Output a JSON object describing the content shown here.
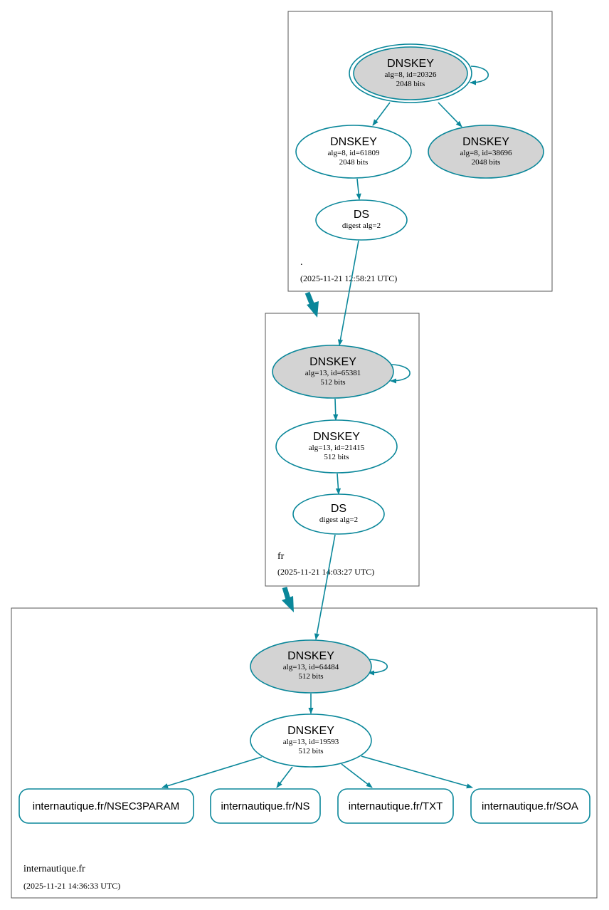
{
  "colors": {
    "edge": "#0a879a",
    "ksk_fill": "#d3d3d3",
    "zone_border": "#555555",
    "background": "#ffffff"
  },
  "zones": [
    {
      "id": "root",
      "name": ".",
      "timestamp": "(2025-11-21 12:58:21 UTC)"
    },
    {
      "id": "fr",
      "name": "fr",
      "timestamp": "(2025-11-21 14:03:27 UTC)"
    },
    {
      "id": "internautique",
      "name": "internautique.fr",
      "timestamp": "(2025-11-21 14:36:33 UTC)"
    }
  ],
  "nodes": [
    {
      "id": "root_ksk",
      "zone": "root",
      "kind": "dnskey",
      "title": "DNSKEY",
      "lines": [
        "alg=8, id=20326",
        "2048 bits"
      ],
      "ksk": true,
      "trust_anchor": true,
      "self_signed": true
    },
    {
      "id": "root_zsk",
      "zone": "root",
      "kind": "dnskey",
      "title": "DNSKEY",
      "lines": [
        "alg=8, id=61809",
        "2048 bits"
      ],
      "ksk": false
    },
    {
      "id": "root_ksk2",
      "zone": "root",
      "kind": "dnskey",
      "title": "DNSKEY",
      "lines": [
        "alg=8, id=38696",
        "2048 bits"
      ],
      "ksk": true
    },
    {
      "id": "fr_ds",
      "zone": "root",
      "kind": "ds",
      "title": "DS",
      "lines": [
        "digest alg=2"
      ]
    },
    {
      "id": "fr_ksk",
      "zone": "fr",
      "kind": "dnskey",
      "title": "DNSKEY",
      "lines": [
        "alg=13, id=65381",
        "512 bits"
      ],
      "ksk": true,
      "self_signed": true
    },
    {
      "id": "fr_zsk",
      "zone": "fr",
      "kind": "dnskey",
      "title": "DNSKEY",
      "lines": [
        "alg=13, id=21415",
        "512 bits"
      ],
      "ksk": false
    },
    {
      "id": "int_ds",
      "zone": "fr",
      "kind": "ds",
      "title": "DS",
      "lines": [
        "digest alg=2"
      ]
    },
    {
      "id": "int_ksk",
      "zone": "internautique",
      "kind": "dnskey",
      "title": "DNSKEY",
      "lines": [
        "alg=13, id=64484",
        "512 bits"
      ],
      "ksk": true,
      "self_signed": true
    },
    {
      "id": "int_zsk",
      "zone": "internautique",
      "kind": "dnskey",
      "title": "DNSKEY",
      "lines": [
        "alg=13, id=19593",
        "512 bits"
      ],
      "ksk": false
    },
    {
      "id": "rr_nsec3param",
      "zone": "internautique",
      "kind": "rrset",
      "title": "internautique.fr/NSEC3PARAM"
    },
    {
      "id": "rr_ns",
      "zone": "internautique",
      "kind": "rrset",
      "title": "internautique.fr/NS"
    },
    {
      "id": "rr_txt",
      "zone": "internautique",
      "kind": "rrset",
      "title": "internautique.fr/TXT"
    },
    {
      "id": "rr_soa",
      "zone": "internautique",
      "kind": "rrset",
      "title": "internautique.fr/SOA"
    }
  ],
  "edges": [
    {
      "from": "root_ksk",
      "to": "root_zsk"
    },
    {
      "from": "root_ksk",
      "to": "root_ksk2"
    },
    {
      "from": "root_zsk",
      "to": "fr_ds"
    },
    {
      "from": "fr_ds",
      "to": "fr_ksk"
    },
    {
      "from": "fr_ksk",
      "to": "fr_zsk"
    },
    {
      "from": "fr_zsk",
      "to": "int_ds"
    },
    {
      "from": "int_ds",
      "to": "int_ksk"
    },
    {
      "from": "int_ksk",
      "to": "int_zsk"
    },
    {
      "from": "int_zsk",
      "to": "rr_nsec3param"
    },
    {
      "from": "int_zsk",
      "to": "rr_ns"
    },
    {
      "from": "int_zsk",
      "to": "rr_txt"
    },
    {
      "from": "int_zsk",
      "to": "rr_soa"
    }
  ],
  "delegations": [
    {
      "from": "root",
      "to": "fr"
    },
    {
      "from": "fr",
      "to": "internautique"
    }
  ]
}
